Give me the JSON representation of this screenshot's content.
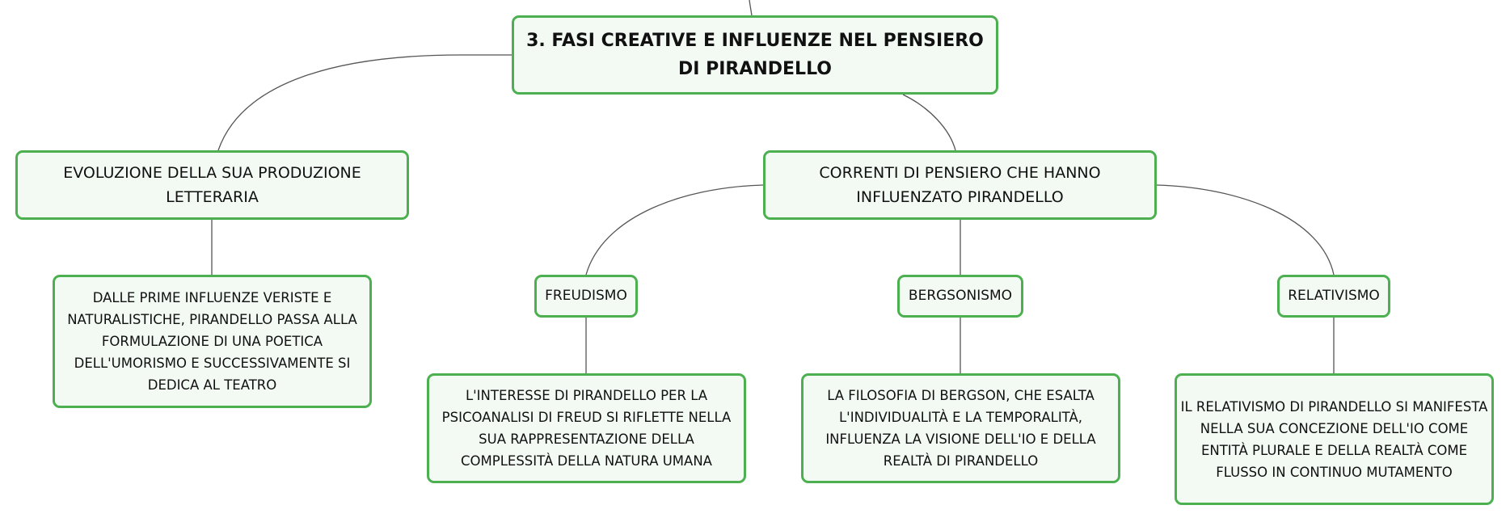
{
  "diagram": {
    "root": {
      "title": "3. FASI CREATIVE E INFLUENZE NEL PENSIERO DI PIRANDELLO"
    },
    "evoluzione": {
      "label": "EVOLUZIONE DELLA SUA PRODUZIONE LETTERARIA",
      "description": "DALLE PRIME INFLUENZE VERISTE E NATURALISTICHE, PIRANDELLO PASSA ALLA FORMULAZIONE DI UNA POETICA DELL'UMORISMO E SUCCESSIVAMENTE SI DEDICA AL TEATRO"
    },
    "correnti": {
      "label": "CORRENTI DI PENSIERO CHE HANNO INFLUENZATO PIRANDELLO",
      "children": [
        {
          "label": "FREUDISMO",
          "description": "L'INTERESSE DI PIRANDELLO PER LA PSICOANALISI DI FREUD SI RIFLETTE NELLA SUA RAPPRESENTAZIONE DELLA COMPLESSITÀ DELLA NATURA UMANA"
        },
        {
          "label": "BERGSONISMO",
          "description": "LA FILOSOFIA DI BERGSON, CHE ESALTA L'INDIVIDUALITÀ E LA TEMPORALITÀ, INFLUENZA LA VISIONE DELL'IO E DELLA REALTÀ DI PIRANDELLO"
        },
        {
          "label": "RELATIVISMO",
          "description": "IL RELATIVISMO DI PIRANDELLO SI MANIFESTA NELLA SUA CONCEZIONE DELL'IO COME ENTITÀ PLURALE E DELLA REALTÀ COME FLUSSO IN CONTINUO MUTAMENTO"
        }
      ]
    },
    "colors": {
      "node_border": "#4cb050",
      "node_fill": "#f3faf4",
      "connector": "#555555"
    }
  }
}
